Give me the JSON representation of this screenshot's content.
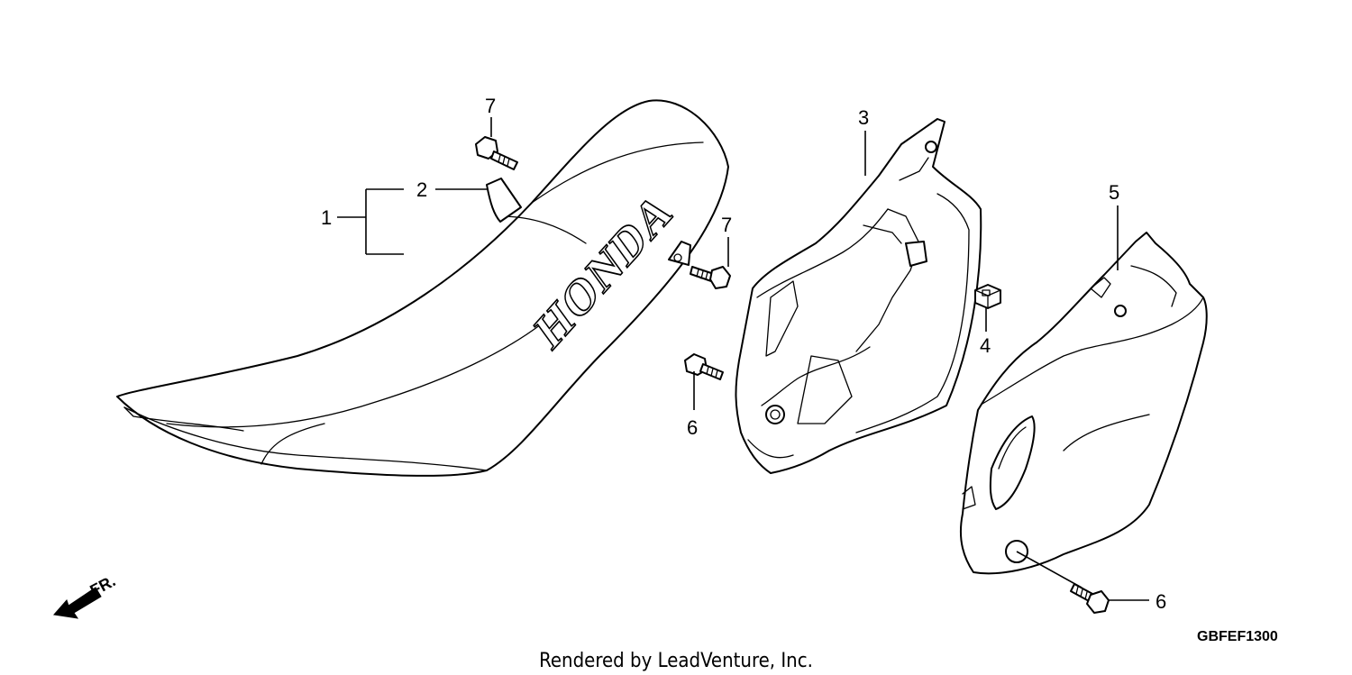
{
  "diagram": {
    "callouts": [
      {
        "id": "1",
        "label": "1"
      },
      {
        "id": "2",
        "label": "2"
      },
      {
        "id": "3",
        "label": "3"
      },
      {
        "id": "4",
        "label": "4"
      },
      {
        "id": "5",
        "label": "5"
      },
      {
        "id": "6a",
        "label": "6"
      },
      {
        "id": "6b",
        "label": "6"
      },
      {
        "id": "7a",
        "label": "7"
      },
      {
        "id": "7b",
        "label": "7"
      }
    ],
    "seat_logo_text": "HONDA",
    "direction_label": "FR.",
    "figure_code": "GBFEF1300",
    "credit": "Rendered by LeadVenture, Inc."
  }
}
